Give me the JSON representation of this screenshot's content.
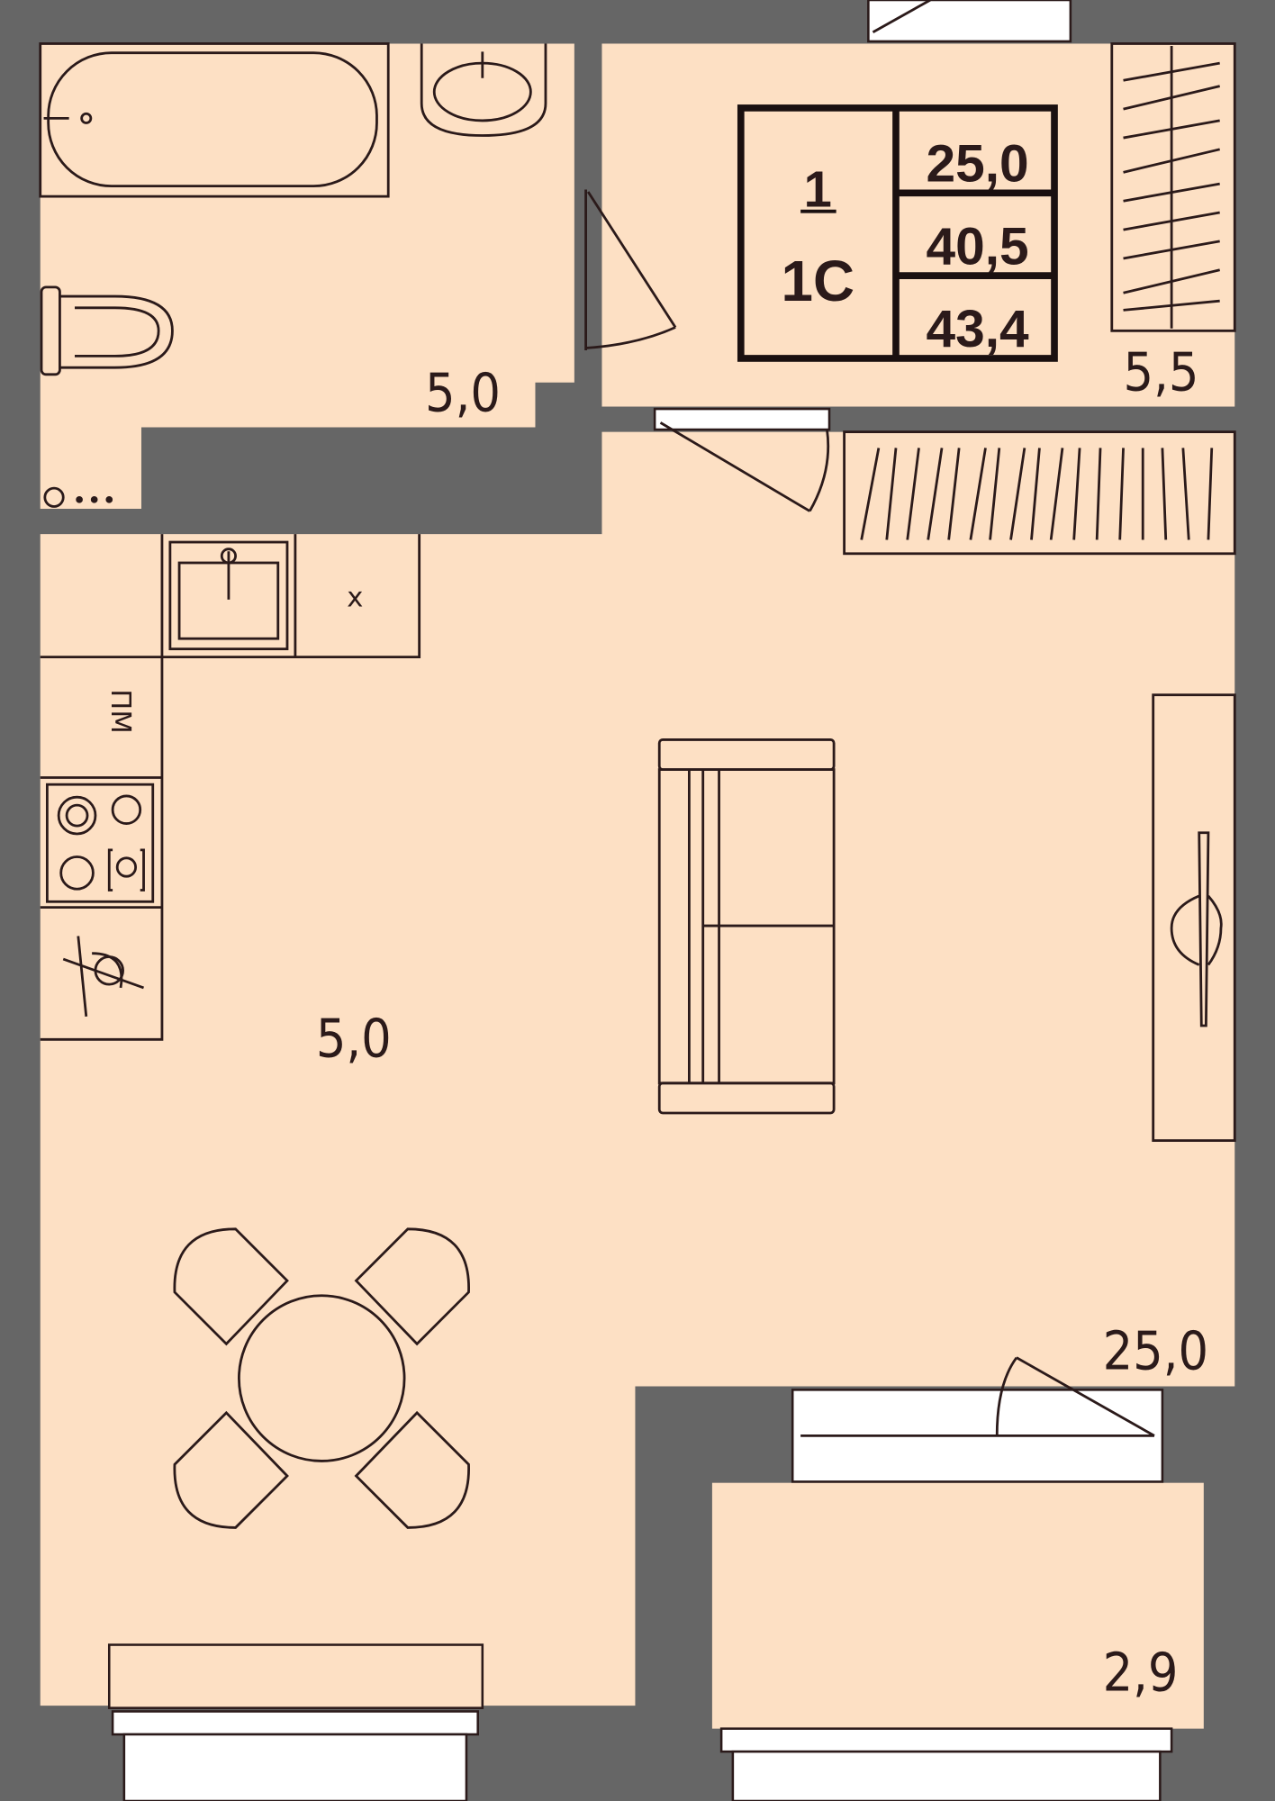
{
  "info_box": {
    "rooms": "1",
    "type": "1С",
    "living_area": "25,0",
    "total_area": "40,5",
    "total_with_balcony": "43,4"
  },
  "rooms": {
    "bathroom_area": "5,0",
    "hall_area": "5,5",
    "kitchen_area": "5,0",
    "living_area": "25,0",
    "balcony_area": "2,9"
  },
  "labels": {
    "fridge": "х",
    "dishwasher": "ПМ"
  },
  "colors": {
    "floor": "#fde0c4",
    "walls": "#666666",
    "lines": "#2b1a1a"
  }
}
